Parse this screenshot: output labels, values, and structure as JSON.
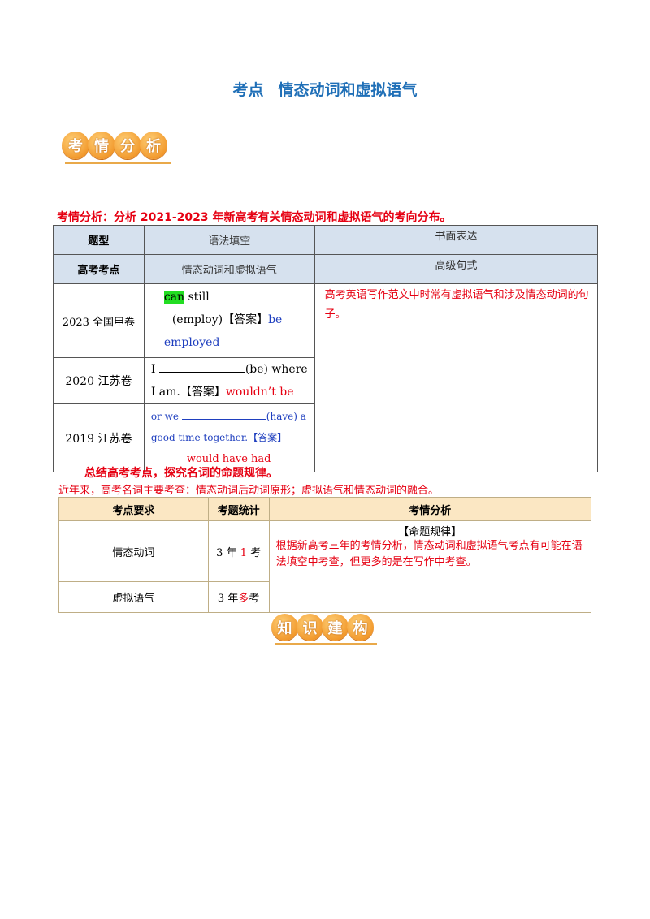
{
  "title": {
    "left": "考点",
    "right": "情态动词和虚拟语气"
  },
  "badge1": {
    "chars": [
      "考",
      "情",
      "分",
      "析"
    ]
  },
  "analysis_heading": "考情分析：分析 2021-2023 年新高考有关情态动词和虚拟语气的考向分布。",
  "table1": {
    "header": {
      "col1": "题型",
      "col2": "语法填空",
      "col3": "书面表达"
    },
    "subheader": {
      "col1": "高考考点",
      "col2": "情态动词和虚拟语气",
      "col3": "高级句式"
    },
    "rows": [
      {
        "year": "2023 全国甲卷",
        "hl": "can",
        "t1": " still ",
        "t2": "(employ)【答案】",
        "ans": "be employed"
      },
      {
        "year": "2020 江苏卷",
        "t1": "I ",
        "t2": "(be) where I am.【答案】",
        "ans": "wouldn’t be"
      },
      {
        "year": "2019 江苏卷",
        "t1": "or we ",
        "t2": "(have) a good time together.【答案】",
        "ans": "would have had"
      }
    ],
    "writing_note": "高考英语写作范文中时常有虚拟语气和涉及情态动词的句子。"
  },
  "summary_heading": "总结高考考点，探究名词的命题规律。",
  "summary_text": "近年来，高考名词主要考查：情态动词后动词原形；虚拟语气和情态动词的融合。",
  "table2": {
    "headers": [
      "考点要求",
      "考题统计",
      "考情分析"
    ],
    "rows": [
      {
        "point": "情态动词",
        "stat_a": "3 年 ",
        "stat_b": "1",
        "stat_c": " 考"
      },
      {
        "point": "虚拟语气",
        "stat_a": "3 年",
        "stat_b": "多",
        "stat_c": "考"
      }
    ],
    "rule_title": "【命题规律】",
    "rule_text": "根据新高考三年的考情分析，情态动词和虚拟语气考点有可能在语法填空中考查，但更多的是在写作中考查。"
  },
  "badge2": {
    "chars": [
      "知",
      "识",
      "建",
      "构"
    ]
  },
  "colors": {
    "title_blue": "#1f6fb7",
    "red": "#e60012",
    "answer_blue": "#1f3fbf",
    "header_bg": "#d6e1ee",
    "table2_header_bg": "#fbe7c3",
    "badge_orange": "#f29a2e"
  }
}
